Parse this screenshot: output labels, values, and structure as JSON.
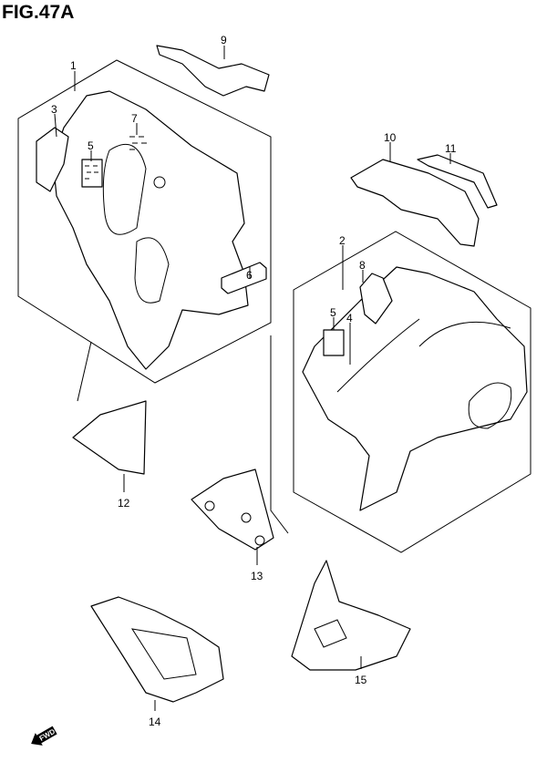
{
  "title": "FIG.47A",
  "callouts": {
    "p1": "1",
    "p2": "2",
    "p3": "3",
    "p4": "4",
    "p5a": "5",
    "p5b": "5",
    "p6": "6",
    "p7": "7",
    "p8": "8",
    "p9": "9",
    "p10": "10",
    "p11": "11",
    "p12": "12",
    "p13": "13",
    "p14": "14",
    "p15": "15"
  },
  "direction_badge": "FWD",
  "colors": {
    "line": "#000000",
    "background": "#ffffff"
  }
}
